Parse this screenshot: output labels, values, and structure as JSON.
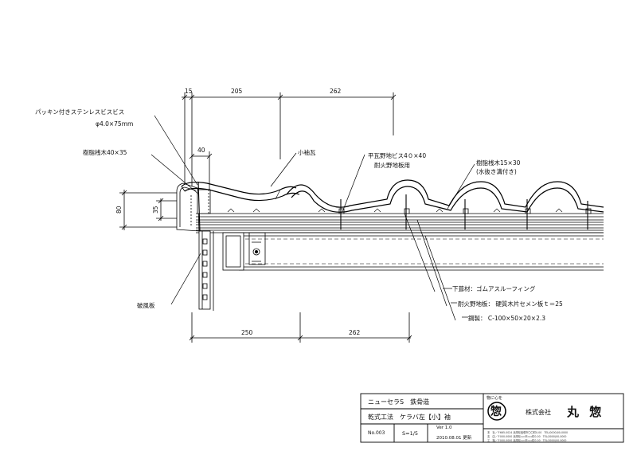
{
  "dimensions": {
    "top_15": "15",
    "top_205": "205",
    "top_262": "262",
    "inner_40": "40",
    "left_80": "80",
    "left_35": "35",
    "bottom_250": "250",
    "bottom_262": "262"
  },
  "labels": {
    "packing_screw": "パッキン付きステンレスビスビス",
    "screw_size": "φ4.0×75mm",
    "resin_batten_left": "樹脂桟木40×35",
    "small_sleeve_tile": "小袖瓦",
    "flat_tile_screw": "平瓦野地ビス4０×40",
    "fireproof_board_use": "耐火野地板用",
    "resin_batten_right": "樹脂桟木15×30",
    "drain_groove": "(水抜き溝付き)",
    "underlay": "下葺材：ゴムアスルーフィング",
    "fire_board": "耐火野地板： 硬質木片セメン板ｔ＝25",
    "steel": "鋼製： C-100×50×20×2.3",
    "barge_board": "破風板"
  },
  "title_block": {
    "project": "ニューセラS　鉄骨造",
    "drawing_title": "乾式工法　ケラバ左【小】袖",
    "number": "No.003",
    "scale": "S=1/5",
    "version": "Ver 1.0",
    "date": "2010.08.01 更新",
    "company_motto": "物に心を",
    "company_type": "株式会社",
    "company_name": "丸 惣",
    "logo_char": "惣",
    "address_1": "本　社／〒665-0024 兵庫県宝塚市〇〇町0-00　TEL(0000)00-0000",
    "address_2": "支　店／〒000-0000 兵庫県○○市○○町0-00　TEL(0000)00-0000",
    "address_3": "工　場／〒000-0000 兵庫県○○市○○町0-00　TEL(0000)00-0000"
  }
}
